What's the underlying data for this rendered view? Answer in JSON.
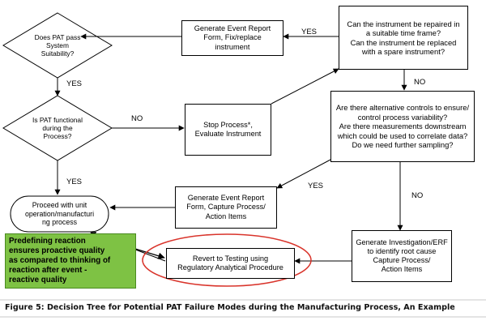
{
  "nodes": {
    "pat_pass": "Does PAT pass\nSystem\nSuitability?",
    "pat_functional": "Is PAT functional\nduring the\nProcess?",
    "proceed": "Proceed with unit\noperation/manufacturi\nng process",
    "gen_event_fix": "Generate Event Report\nForm, Fix/replace\ninstrument",
    "stop_process": "Stop Process*,\nEvaluate Instrument",
    "gen_event_capture": "Generate Event Report\nForm, Capture Process/\nAction Items",
    "revert_testing": "Revert to Testing using\nRegulatory Analytical Procedure",
    "instrument_repair": "Can the instrument be repaired in\na suitable time frame?\nCan the instrument be replaced\nwith a spare instrument?",
    "alternative_controls": "Are there alternative controls to ensure/\ncontrol process variability?\nAre there measurements downstream\nwhich could be used to correlate data?\nDo we need further sampling?",
    "gen_investigation": "Generate Investigation/ERF\nto identify root cause\nCapture Process/\nAction Items"
  },
  "labels": {
    "yes_pass": "YES",
    "no_functional": "NO",
    "yes_functional": "YES",
    "yes_repair": "YES",
    "no_repair": "NO",
    "yes_alternative": "YES",
    "no_alternative": "NO"
  },
  "callout": "Predefining reaction\nensures proactive  quality\nas compared to thinking of\nreaction after event -\nreactive quality",
  "caption": "Figure 5: Decision Tree for Potential PAT Failure Modes during the Manufacturing Process, An Example",
  "colors": {
    "callout_green": "#7ec244",
    "highlight_ellipse": "#d9342b",
    "caption_rule": "#c8c8c8"
  }
}
